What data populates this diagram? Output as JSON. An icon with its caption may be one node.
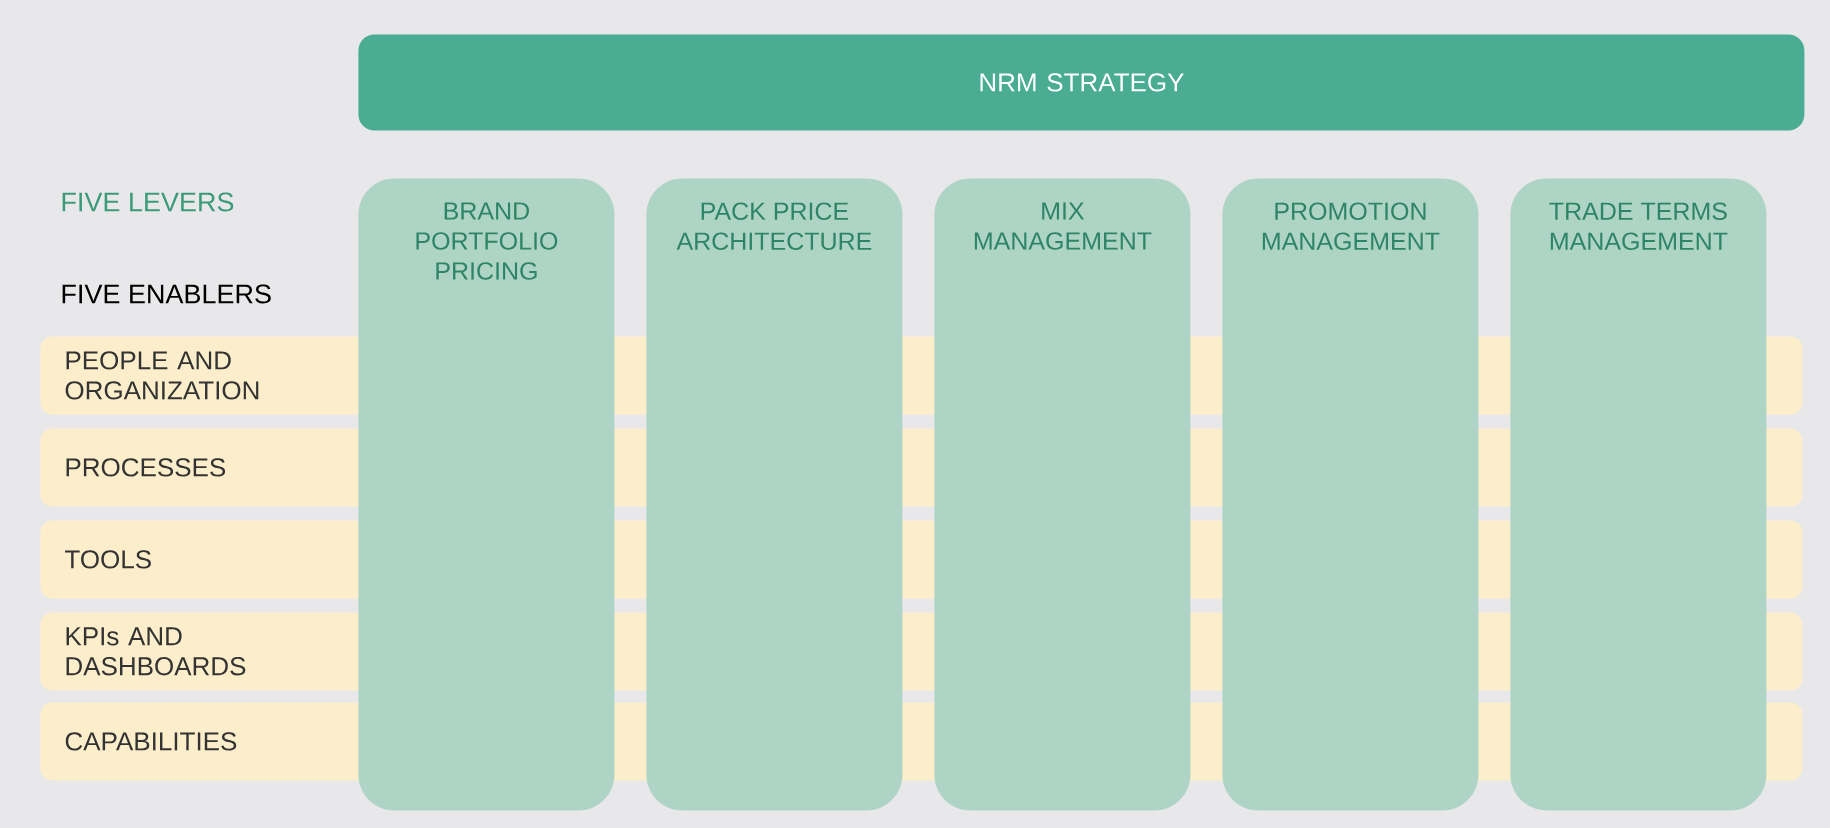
{
  "diagram": {
    "nodes": [
      {
        "text": [
          "NRM STRATEGY"
        ]
      },
      {
        "text": [
          "BRAND PORTFOLIO PRICING"
        ]
      },
      {
        "text": [
          "PACK PRICE ARCHITECTURE"
        ]
      },
      {
        "text": [
          "MIX MANAGEMENT"
        ]
      },
      {
        "text": [
          "PROMOTION MANAGEMENT"
        ]
      },
      {
        "text": [
          "TRADE TERMS MANAGEMENT"
        ]
      },
      {
        "text": [
          "PEOPLE AND ORGANIZATION"
        ]
      },
      {
        "text": [
          "PROCESSES"
        ]
      },
      {
        "text": [
          "TOOLS"
        ]
      },
      {
        "text": [
          "KPIs AND DASHBOARDS"
        ]
      },
      {
        "text": [
          "CAPABILITIES"
        ]
      }
    ],
    "edges": [],
    "labels": [
      "FIVE LEVERS",
      "FIVE ENABLERS"
    ]
  }
}
